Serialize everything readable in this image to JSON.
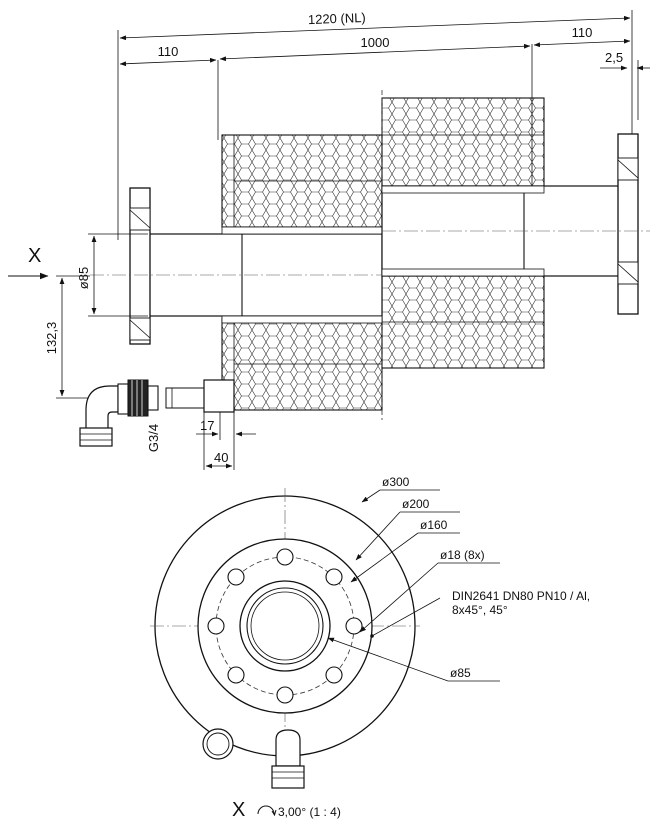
{
  "side_view": {
    "dim_overall": "1220 (NL)",
    "dim_left": "110",
    "dim_mid": "1000",
    "dim_right": "110",
    "dim_gap": "2,5",
    "dim_pipe_dia": "ø85",
    "dim_offset": "132,3",
    "dim_thread": "G3/4",
    "dim_17": "17",
    "dim_40": "40",
    "view_marker": "X"
  },
  "front_view": {
    "d300": "ø300",
    "d200": "ø200",
    "d160": "ø160",
    "d18": "ø18 (8x)",
    "flange_spec_1": "DIN2641 DN80 PN10 / Al,",
    "flange_spec_2": "8x45°, 45°",
    "d85": "ø85",
    "view_title": "X",
    "rotation_note": "3,00° (1 : 4)"
  }
}
